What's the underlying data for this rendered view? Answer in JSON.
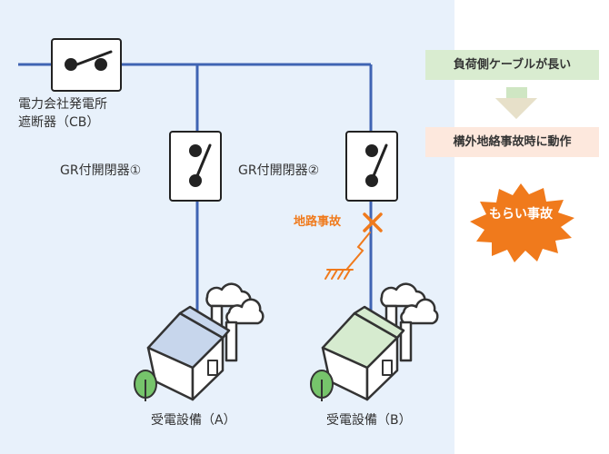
{
  "labels": {
    "cb_line1": "電力会社発電所",
    "cb_line2": "遮断器（CB）",
    "gr1": "GR付開閉器①",
    "gr2": "GR付開閉器②",
    "fault": "地路事故",
    "facility_a": "受電設備（A）",
    "facility_b": "受電設備（B）"
  },
  "flow": {
    "step1": "負荷側ケーブルが長い",
    "step2": "構外地絡事故時に動作",
    "result": "もらい事故"
  },
  "colors": {
    "line": "#3f64b3",
    "fault": "#f07a1c",
    "panel": "#e8f1fb",
    "burst": "#f07a1c"
  }
}
